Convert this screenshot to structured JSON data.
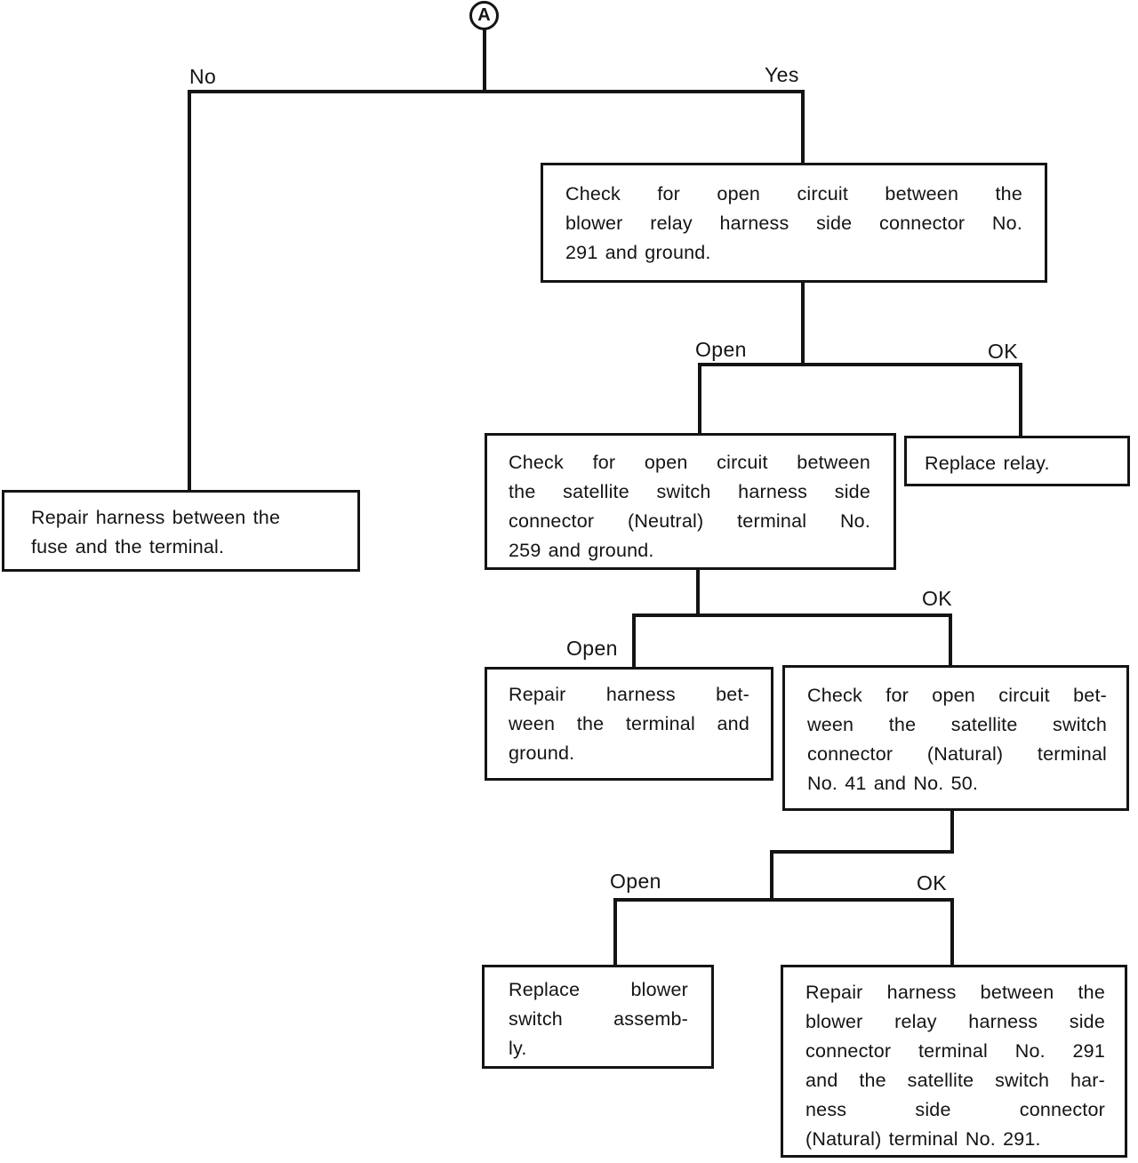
{
  "connector": {
    "label": "A"
  },
  "branch_labels": {
    "top_left": "No",
    "top_right": "Yes",
    "l1_left": "Open",
    "l1_right": "OK",
    "l2_left": "Open",
    "l2_right": "OK",
    "l3_left": "Open",
    "l3_right": "OK"
  },
  "boxes": {
    "check_blower_relay": {
      "lines": [
        "Check for open circuit between the",
        "blower relay harness side connector No.",
        "291 and ground."
      ]
    },
    "repair_fuse_terminal": {
      "lines": [
        "Repair harness between the",
        "fuse and the terminal."
      ]
    },
    "check_satellite_neutral": {
      "lines": [
        "Check for open circuit between",
        "the satellite switch harness side",
        "connector (Neutral) terminal No.",
        "259 and ground."
      ]
    },
    "replace_relay": {
      "lines": [
        "Replace relay."
      ]
    },
    "repair_terminal_ground": {
      "lines": [
        "Repair harness bet-",
        "ween the terminal and",
        "ground."
      ]
    },
    "check_satellite_natural": {
      "lines": [
        "Check for open circuit bet-",
        "ween the satellite switch",
        "connector (Natural) terminal",
        "No. 41 and No. 50."
      ]
    },
    "replace_blower_switch": {
      "lines": [
        "Replace blower",
        "switch assemb-",
        "ly."
      ]
    },
    "repair_relay_to_satellite": {
      "lines": [
        "Repair harness between the",
        "blower relay harness side",
        "connector terminal No. 291",
        "and the satellite switch har-",
        "ness side connector",
        "(Natural) terminal No. 291."
      ]
    }
  },
  "colors": {
    "ink": "#141414",
    "background": "#ffffff"
  }
}
